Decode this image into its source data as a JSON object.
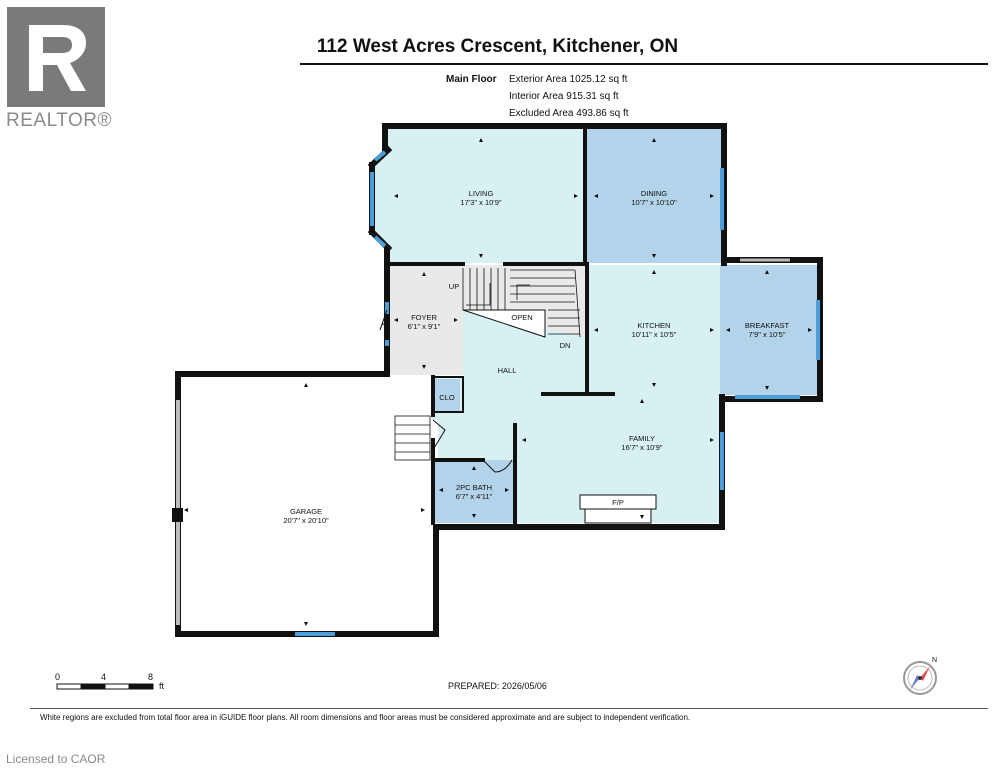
{
  "brand": {
    "logo_text": "REALTOR®"
  },
  "title": "112 West Acres Crescent, Kitchener, ON",
  "areas": {
    "floor": "Main Floor",
    "exterior": "Exterior Area 1025.12 sq ft",
    "interior": "Interior Area 915.31 sq ft",
    "excluded": "Excluded Area 493.86 sq ft"
  },
  "rooms": {
    "living": {
      "name": "LIVING",
      "dims": "17'3\" x 10'9\""
    },
    "dining": {
      "name": "DINING",
      "dims": "10'7\" x 10'10\""
    },
    "foyer": {
      "name": "FOYER",
      "dims": "6'1\" x 9'1\""
    },
    "kitchen": {
      "name": "KITCHEN",
      "dims": "10'11\" x 10'5\""
    },
    "breakfast": {
      "name": "BREAKFAST",
      "dims": "7'9\" x 10'5\""
    },
    "hall": {
      "name": "HALL"
    },
    "clo": {
      "name": "CLO"
    },
    "family": {
      "name": "FAMILY",
      "dims": "16'7\" x 10'9\""
    },
    "bath": {
      "name": "2PC BATH",
      "dims": "6'7\" x 4'11\""
    },
    "garage": {
      "name": "GARAGE",
      "dims": "20'7\" x 20'10\""
    }
  },
  "labels": {
    "up": "UP",
    "open": "OPEN",
    "dn": "DN",
    "fp": "F/P"
  },
  "scale": {
    "t0": "0",
    "t1": "4",
    "t2": "8",
    "unit": "ft"
  },
  "compass_label": "N",
  "prepared": "PREPARED: 2026/05/06",
  "disclaimer": "White regions are excluded from total floor area in iGUIDE floor plans. All room dimensions and floor areas must be considered approximate and are subject to independent verification.",
  "licensed": "Licensed to CAOR",
  "colors": {
    "teal_room": "#d7f1f2",
    "blue_room": "#b2d3ea",
    "grey_room": "#e9e9e9",
    "wall": "#111111",
    "window": "#4a9fd8"
  }
}
